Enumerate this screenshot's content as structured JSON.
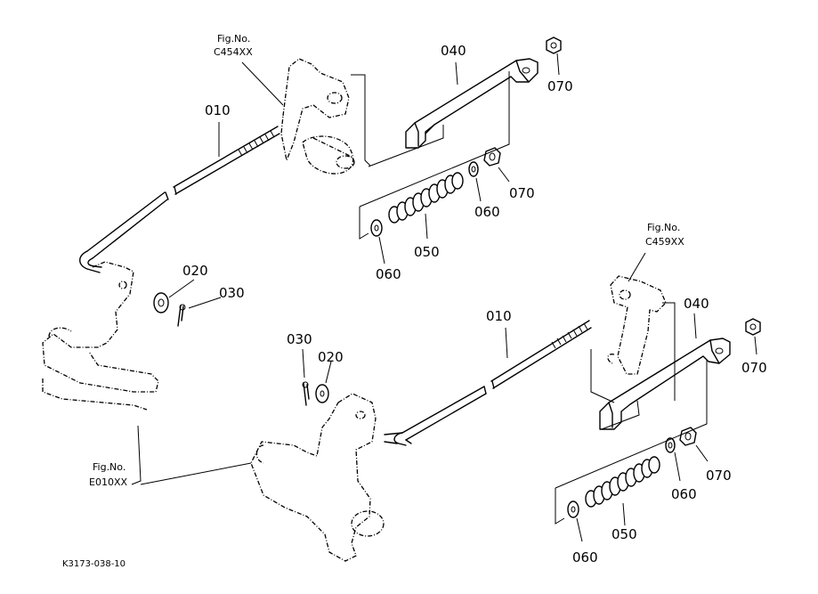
{
  "diagram_code": "K3173-038-10",
  "figure_refs": {
    "top": {
      "line1": "Fig.No.",
      "line2": "C454XX"
    },
    "right": {
      "line1": "Fig.No.",
      "line2": "C459XX"
    },
    "bottom": {
      "line1": "Fig.No.",
      "line2": "E010XX"
    }
  },
  "callouts": {
    "rod_a": "010",
    "rod_b": "010",
    "washer_a": "020",
    "washer_b": "020",
    "pin_a": "030",
    "pin_b": "030",
    "bracket_a": "040",
    "bracket_b": "040",
    "spring_a": "050",
    "spring_b": "050",
    "washer_outer_a": "060",
    "washer_inner_a": "060",
    "washer_outer_b": "060",
    "washer_inner_b": "060",
    "nut_top_a": "070",
    "nut_mid_a": "070",
    "nut_top_b": "070",
    "nut_mid_b": "070"
  }
}
